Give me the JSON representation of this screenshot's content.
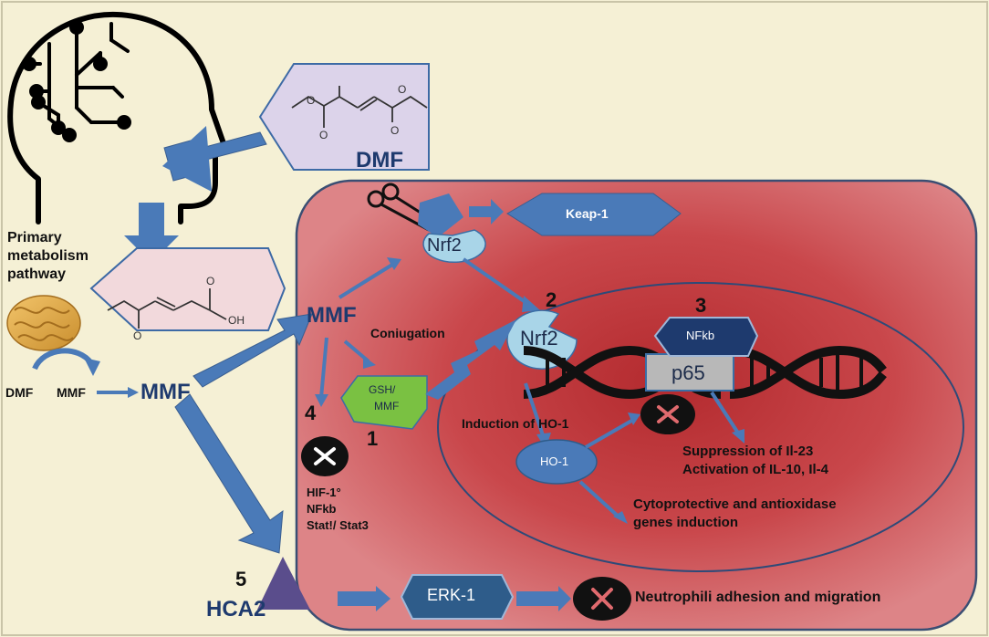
{
  "labels": {
    "dmf_title": "DMF",
    "primary_pathway": [
      "Primary",
      "metabolism",
      "pathway"
    ],
    "dmf_small": "DMF",
    "mmf_small": "MMF",
    "mmf_left": "MMF",
    "mmf_center": "MMF",
    "coniugation": "Coniugation",
    "gsh_mmf": [
      "GSH/",
      "MMF"
    ],
    "nrf2_top": "Nrf2",
    "nrf2_mid": "Nrf2",
    "keap1": "Keap-1",
    "nfkb_box": "NFkb",
    "p65": "p65",
    "induction_ho1": "Induction  of HO-1",
    "ho1": "HO-1",
    "suppression": "Suppression of Il-23",
    "activation": "Activation of IL-10, Il-4",
    "cytoprotective": "Cytoprotective and antioxidase",
    "genes_induction": "genes induction",
    "hif": "HIF-1°",
    "nfkb_list": "NFkb",
    "stat": "Stat!/ Stat3",
    "hca2": "HCA2",
    "erk1": "ERK-1",
    "neutrophili": "Neutrophili adhesion and migration",
    "oh": "OH"
  },
  "steps": {
    "n1": "1",
    "n2": "2",
    "n3": "3",
    "n4": "4",
    "n5": "5"
  },
  "colors": {
    "background": "#f5f0d5",
    "cell_fill": "#d46a6e",
    "arrow_blue": "#4a7ab8",
    "light_blue": "#a9d5e8",
    "dark_blue": "#2e5c8a",
    "green": "#7ac142",
    "lavender": "#dcd3ea",
    "pink": "#f2d9dc",
    "navy": "#1e3a6e"
  },
  "icons": [
    "brain-circuit-head-icon",
    "scissors-icon",
    "intestine-icon",
    "dna-helix-icon",
    "block-x-icon"
  ]
}
